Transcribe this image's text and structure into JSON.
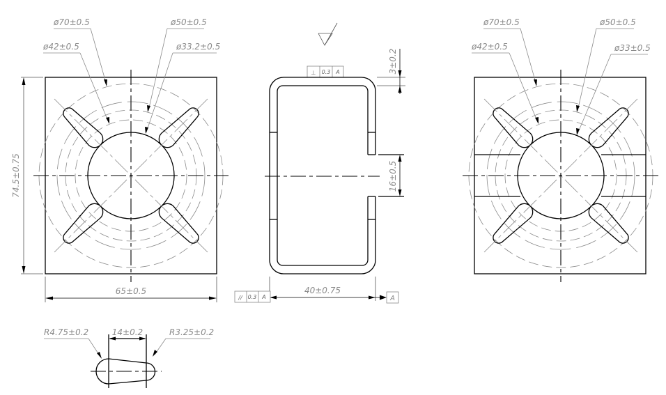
{
  "front_view": {
    "dims": {
      "d70": "ø70±0.5",
      "d50": "ø50±0.5",
      "d42": "ø42±0.5",
      "d33": "ø33.2±0.5",
      "height": "74.5±0.75",
      "width": "65±0.5"
    }
  },
  "side_view": {
    "surface_finish_symbol": "triangle-checkmark",
    "perpendicularity": {
      "symbol": "⊥",
      "tolerance": "0.3",
      "datum": "A"
    },
    "parallelism": {
      "symbol": "//",
      "tolerance": "0.3",
      "datum": "A"
    },
    "datum_label": "A",
    "dims": {
      "thickness": "3±0.2",
      "gap": "16±0.5",
      "width": "40±0.75"
    }
  },
  "alt_view": {
    "dims": {
      "d70": "ø70±0.5",
      "d50": "ø50±0.5",
      "d42": "ø42±0.5",
      "d33": "ø33±0.5"
    }
  },
  "slot_detail": {
    "dims": {
      "r_large": "R4.75±0.2",
      "spacing": "14±0.2",
      "r_small": "R3.25±0.2"
    }
  }
}
